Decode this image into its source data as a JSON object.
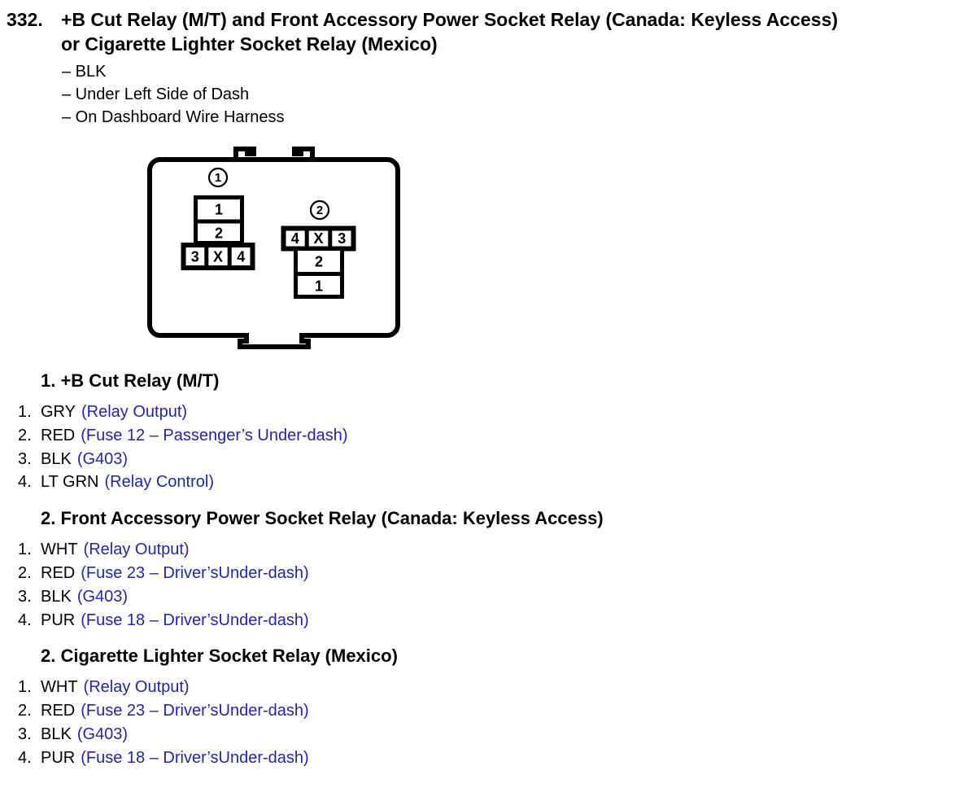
{
  "page": {
    "bg_color": "#ffffff",
    "text_color": "#000000",
    "link_color": "#2222bb"
  },
  "header": {
    "number": "332.",
    "title_line1": "+B Cut Relay (M/T) and Front Accessory Power Socket Relay (Canada: Keyless Access)",
    "title_line2": "or Cigarette Lighter Socket Relay (Mexico)",
    "bullets": [
      "– BLK",
      "– Under Left Side of Dash",
      "– On Dashboard Wire Harness"
    ]
  },
  "diagram": {
    "connector1": {
      "label": "1",
      "stack": [
        "1",
        "2"
      ],
      "row": [
        "3",
        "X",
        "4"
      ]
    },
    "connector2": {
      "label": "2",
      "row": [
        "4",
        "X",
        "3"
      ],
      "stack": [
        "2",
        "1"
      ]
    }
  },
  "sections": [
    {
      "heading": "1. +B Cut Relay (M/T)",
      "items": [
        {
          "num": "1.",
          "wire": "GRY",
          "desc": "(Relay Output)"
        },
        {
          "num": "2.",
          "wire": "RED",
          "desc": "(Fuse 12 – Passenger’s Under-dash)"
        },
        {
          "num": "3.",
          "wire": "BLK",
          "desc": "(G403)"
        },
        {
          "num": "4.",
          "wire": "LT GRN",
          "desc": "(Relay Control)"
        }
      ]
    },
    {
      "heading": "2. Front Accessory Power Socket Relay (Canada: Keyless Access)",
      "items": [
        {
          "num": "1.",
          "wire": "WHT",
          "desc": "(Relay Output)"
        },
        {
          "num": "2.",
          "wire": "RED",
          "desc": "(Fuse 23 – Driver’sUnder-dash)"
        },
        {
          "num": "3.",
          "wire": "BLK",
          "desc": "(G403)"
        },
        {
          "num": "4.",
          "wire": "PUR",
          "desc": "(Fuse 18 – Driver’sUnder-dash)"
        }
      ]
    },
    {
      "heading": "2. Cigarette Lighter Socket Relay (Mexico)",
      "items": [
        {
          "num": "1.",
          "wire": "WHT",
          "desc": "(Relay Output)"
        },
        {
          "num": "2.",
          "wire": "RED",
          "desc": "(Fuse 23 – Driver’sUnder-dash)"
        },
        {
          "num": "3.",
          "wire": "BLK",
          "desc": "(G403)"
        },
        {
          "num": "4.",
          "wire": "PUR",
          "desc": "(Fuse 18 – Driver’sUnder-dash)"
        }
      ]
    }
  ]
}
